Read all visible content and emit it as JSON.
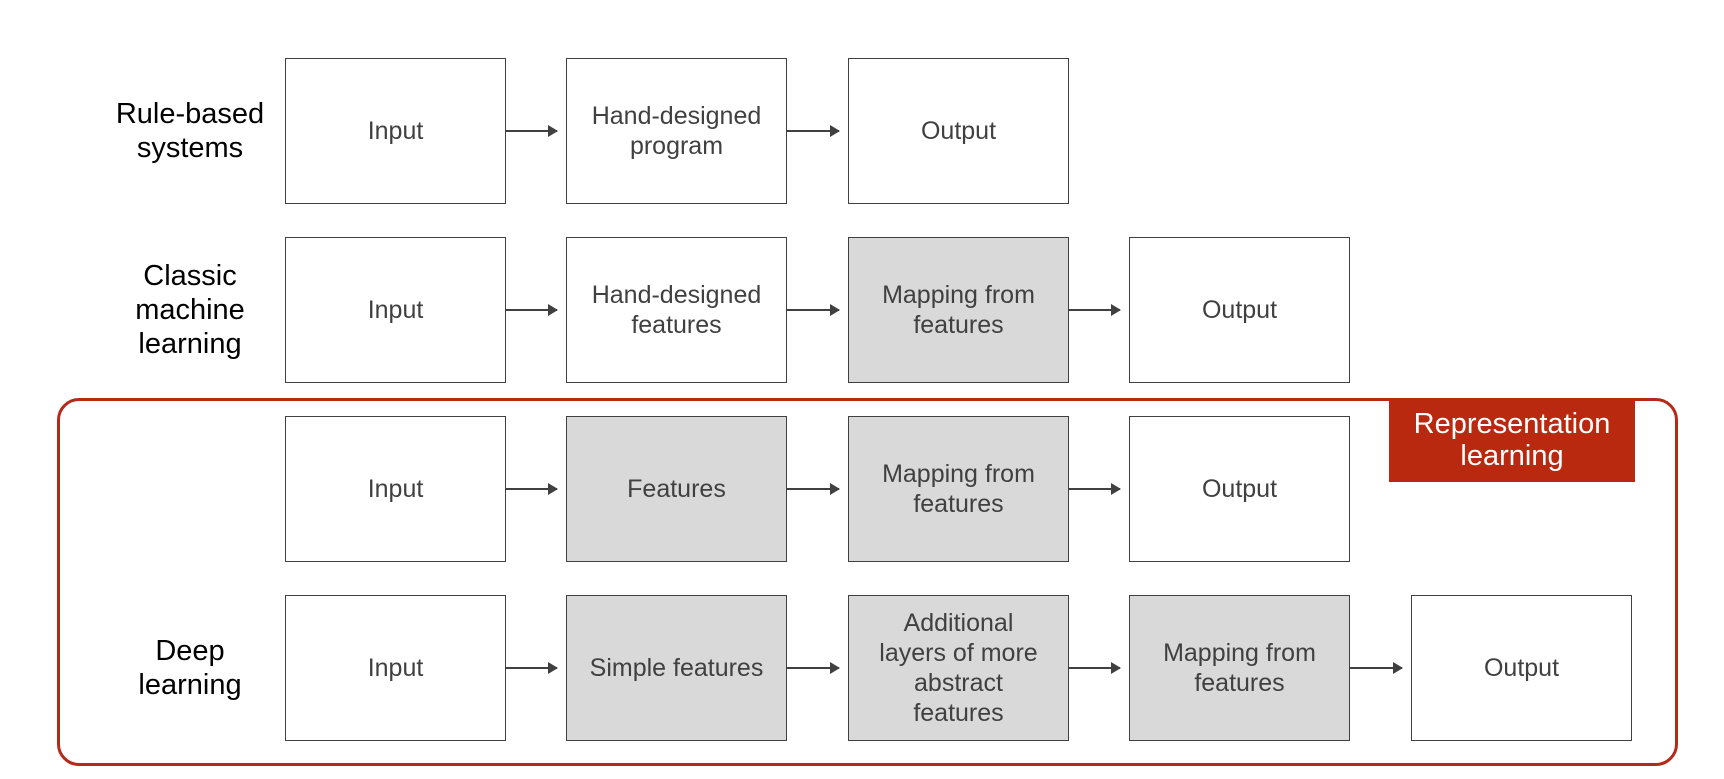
{
  "colors": {
    "box_border": "#404040",
    "shaded_fill": "#d9d9d9",
    "group_border": "#b5291a",
    "badge_fill": "#b8290f",
    "badge_text": "#ffffff"
  },
  "group": {
    "label": "Representation\nlearning"
  },
  "rows": [
    {
      "id": "rule-based",
      "label": "Rule-based\nsystems",
      "boxes": [
        {
          "text": "Input",
          "shaded": false
        },
        {
          "text": "Hand-designed\nprogram",
          "shaded": false
        },
        {
          "text": "Output",
          "shaded": false
        }
      ]
    },
    {
      "id": "classic-ml",
      "label": "Classic\nmachine\nlearning",
      "boxes": [
        {
          "text": "Input",
          "shaded": false
        },
        {
          "text": "Hand-designed\nfeatures",
          "shaded": false
        },
        {
          "text": "Mapping from\nfeatures",
          "shaded": true
        },
        {
          "text": "Output",
          "shaded": false
        }
      ]
    },
    {
      "id": "representation",
      "label": "",
      "boxes": [
        {
          "text": "Input",
          "shaded": false
        },
        {
          "text": "Features",
          "shaded": true
        },
        {
          "text": "Mapping from\nfeatures",
          "shaded": true
        },
        {
          "text": "Output",
          "shaded": false
        }
      ]
    },
    {
      "id": "deep-learning",
      "label": "Deep\nlearning",
      "boxes": [
        {
          "text": "Input",
          "shaded": false
        },
        {
          "text": "Simple features",
          "shaded": true
        },
        {
          "text": "Additional\nlayers of more\nabstract\nfeatures",
          "shaded": true
        },
        {
          "text": "Mapping from\nfeatures",
          "shaded": true
        },
        {
          "text": "Output",
          "shaded": false
        }
      ]
    }
  ]
}
